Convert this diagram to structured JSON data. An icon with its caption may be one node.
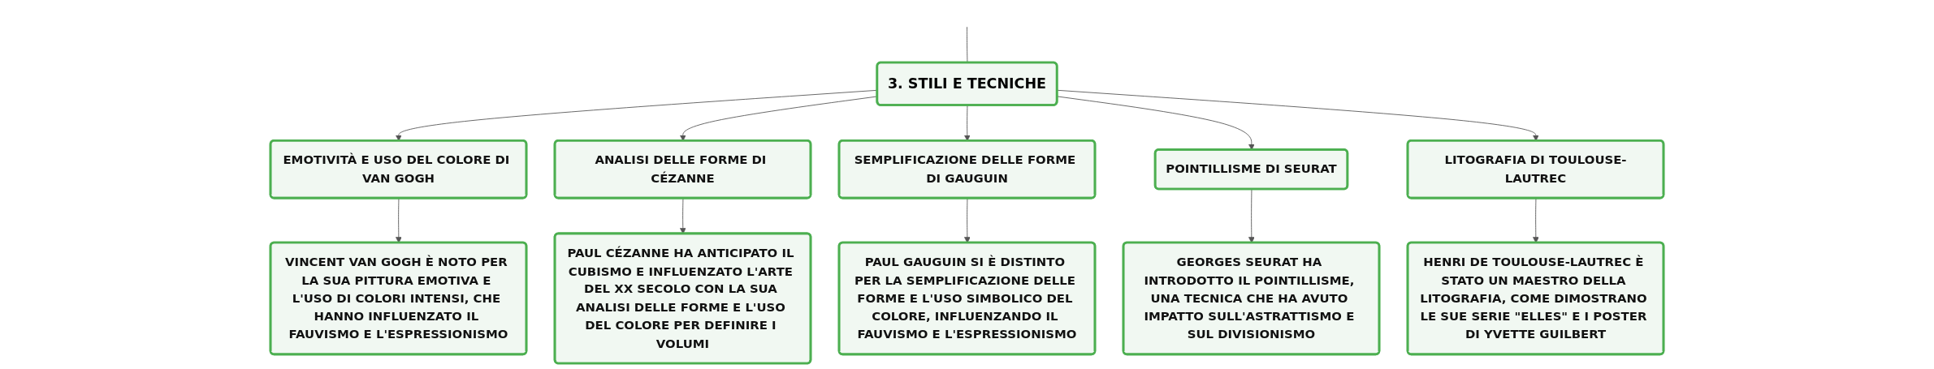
{
  "diagram": {
    "nodes": [
      {
        "text": [
          "3. STILI E TECNICHE"
        ]
      },
      {
        "text": [
          "EMOTIVITÀ E USO DEL COLORE DI VAN GOGH"
        ]
      },
      {
        "text": [
          "ANALISI DELLE FORME DI CÉZANNE"
        ]
      },
      {
        "text": [
          "SEMPLIFICAZIONE DELLE FORME DI GAUGUIN"
        ]
      },
      {
        "text": [
          "POINTILLISME DI SEURAT"
        ]
      },
      {
        "text": [
          "LITOGRAFIA DI TOULOUSE-LAUTREC"
        ]
      },
      {
        "text": [
          "VINCENT VAN GOGH È NOTO PER LA SUA PITTURA EMOTIVA E L'USO DI COLORI INTENSI, CHE HANNO INFLUENZATO IL FAUVISMO E L'ESPRESSIONISMO"
        ]
      },
      {
        "text": [
          "PAUL CÉZANNE HA ANTICIPATO IL CUBISMO E INFLUENZATO L'ARTE DEL XX SECOLO CON LA SUA ANALISI DELLE FORME E L'USO DEL COLORE PER DEFINIRE I VOLUMI"
        ]
      },
      {
        "text": [
          "PAUL GAUGUIN SI È DISTINTO PER LA SEMPLIFICAZIONE DELLE FORME E L'USO SIMBOLICO DEL COLORE, INFLUENZANDO IL FAUVISMO E L'ESPRESSIONISMO"
        ]
      },
      {
        "text": [
          "GEORGES SEURAT HA INTRODOTTO IL POINTILLISME, UNA TECNICA CHE HA AVUTO IMPATTO SULL'ASTRATTISMO E SUL DIVISIONISMO"
        ]
      },
      {
        "text": [
          "HENRI DE TOULOUSE-LAUTREC È STATO UN MAESTRO DELLA LITOGRAFIA, COME DIMOSTRANO LE SUE SERIE \"ELLES\" E I POSTER DI YVETTE GUILBERT"
        ]
      }
    ],
    "edges": [
      {
        "from": null,
        "to": 0,
        "arrow": "none"
      },
      {
        "from": 0,
        "to": 1,
        "arrow": "to"
      },
      {
        "from": 0,
        "to": 2,
        "arrow": "to"
      },
      {
        "from": 0,
        "to": 3,
        "arrow": "to"
      },
      {
        "from": 0,
        "to": 4,
        "arrow": "to"
      },
      {
        "from": 0,
        "to": 5,
        "arrow": "to"
      },
      {
        "from": 1,
        "to": 6,
        "arrow": "to"
      },
      {
        "from": 2,
        "to": 7,
        "arrow": "to"
      },
      {
        "from": 3,
        "to": 8,
        "arrow": "to"
      },
      {
        "from": 4,
        "to": 9,
        "arrow": "to"
      },
      {
        "from": 5,
        "to": 10,
        "arrow": "to"
      }
    ]
  }
}
